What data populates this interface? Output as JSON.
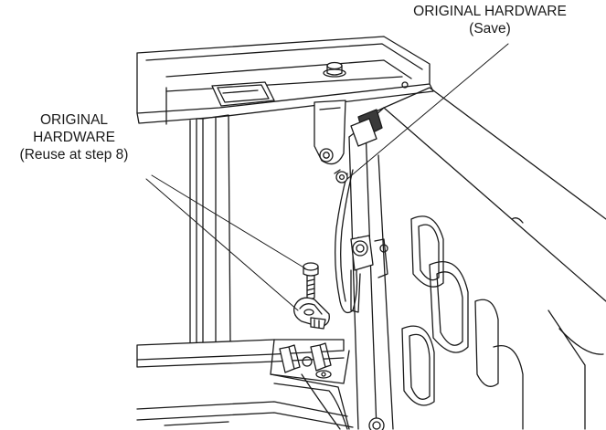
{
  "callouts": {
    "save": {
      "line1": "ORIGINAL HARDWARE",
      "line2": "(Save)"
    },
    "reuse": {
      "line1": "ORIGINAL",
      "line2": "HARDWARE",
      "line3": "(Reuse at step 8)"
    }
  },
  "colors": {
    "line": "#1a1a1a",
    "paper": "#ffffff",
    "shade": "#d9d9d9"
  }
}
